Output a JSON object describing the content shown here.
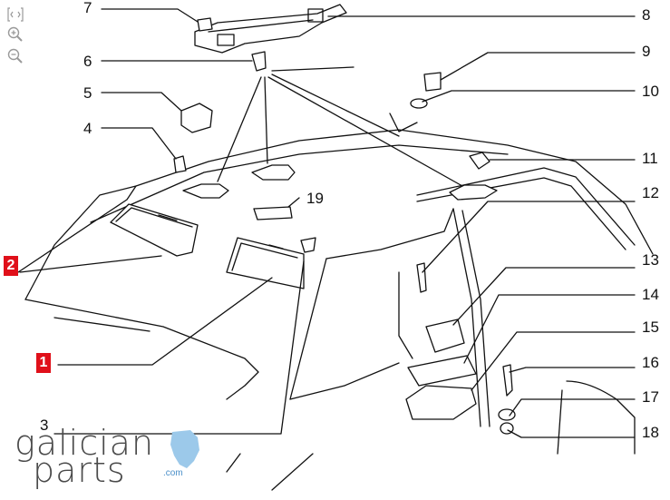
{
  "toolbar": {
    "items": [
      {
        "icon": "fit-screen-icon"
      },
      {
        "icon": "zoom-in-icon"
      },
      {
        "icon": "zoom-out-icon"
      }
    ]
  },
  "callouts": {
    "n1": "1",
    "n2": "2",
    "n3": "3",
    "n4": "4",
    "n5": "5",
    "n6": "6",
    "n7": "7",
    "n8": "8",
    "n9": "9",
    "n10": "10",
    "n11": "11",
    "n12": "12",
    "n13": "13",
    "n14": "14",
    "n15": "15",
    "n16": "16",
    "n17": "17",
    "n18": "18",
    "n19": "19"
  },
  "highlighted": {
    "label1": "1",
    "label2": "2"
  },
  "logo": {
    "line1": "galician",
    "line2": "parts",
    "suffix": ".com"
  },
  "colors": {
    "highlight": "#e0101a",
    "ink": "#111111",
    "logo_text": "#4a4a4a",
    "logo_accent": "#9cc9ea"
  }
}
